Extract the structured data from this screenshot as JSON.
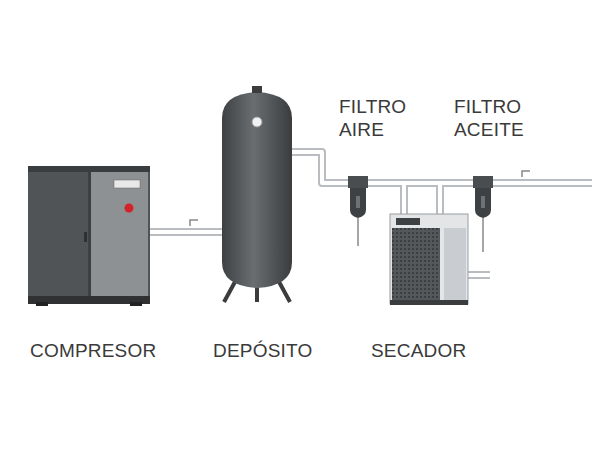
{
  "diagram": {
    "labels": [
      "FILTRO AIRE",
      "FILTRO ACEITE",
      "COMPRESOR",
      "DEPÓSITO",
      "SECADOR"
    ]
  }
}
